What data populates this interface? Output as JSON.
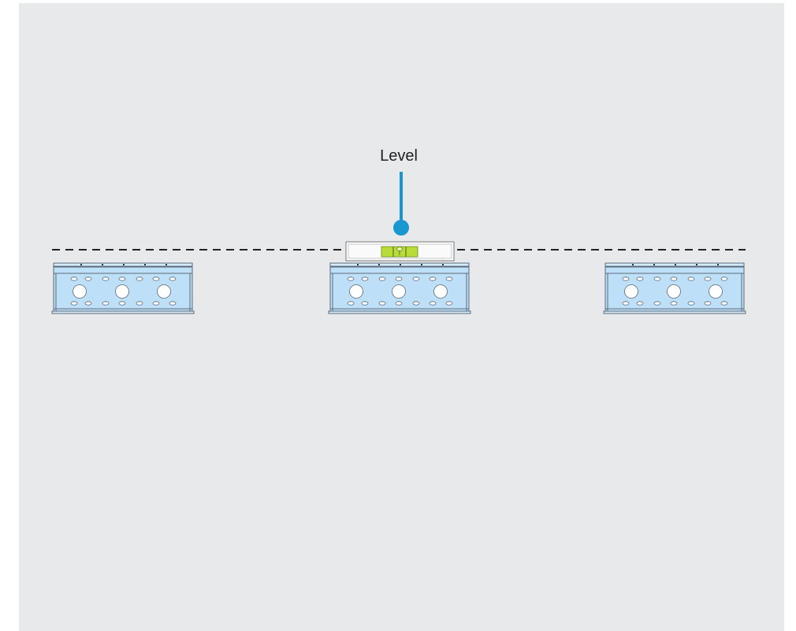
{
  "diagram": {
    "callout_label": "Level",
    "colors": {
      "background": "#e8e9eb",
      "bracket_fill": "#bde0f8",
      "bracket_stroke": "#5a6a78",
      "callout": "#1b97cf",
      "level_body": "#ffffff",
      "level_vial": "#b9dc3a",
      "reference_line": "#222222"
    },
    "brackets": [
      {
        "name": "left"
      },
      {
        "name": "center"
      },
      {
        "name": "right"
      }
    ]
  }
}
